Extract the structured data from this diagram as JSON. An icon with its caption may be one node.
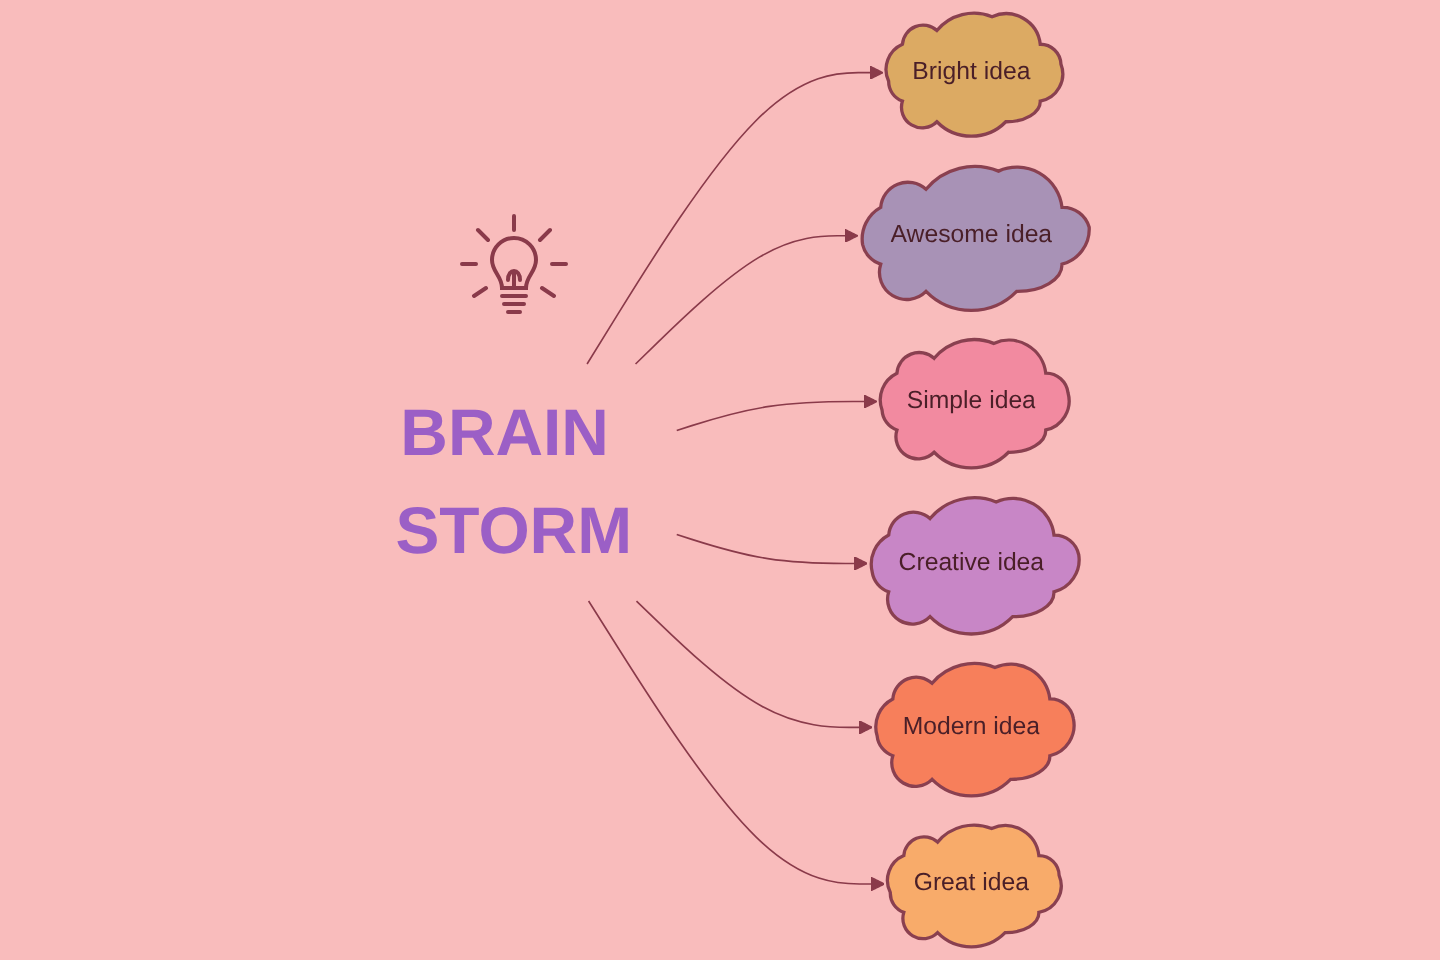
{
  "diagram": {
    "nodes": [
      {
        "text": [
          "Bright idea"
        ]
      },
      {
        "text": [
          "Awesome idea"
        ]
      },
      {
        "text": [
          "Simple idea"
        ]
      },
      {
        "text": [
          "BRAIN STORM"
        ]
      },
      {
        "text": [
          "Creative idea"
        ]
      },
      {
        "text": [
          "Modern idea"
        ]
      },
      {
        "text": [
          "Great idea"
        ]
      }
    ],
    "edges": [
      {
        "from": 3,
        "to": 0,
        "arrow": "to"
      },
      {
        "from": 3,
        "to": 1,
        "arrow": "to"
      },
      {
        "from": 3,
        "to": 2,
        "arrow": "to"
      },
      {
        "from": 3,
        "to": 4,
        "arrow": "to"
      },
      {
        "from": 3,
        "to": 5,
        "arrow": "to"
      },
      {
        "from": 3,
        "to": 6,
        "arrow": "to"
      }
    ]
  }
}
